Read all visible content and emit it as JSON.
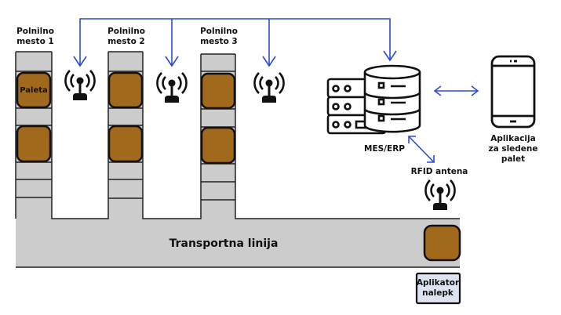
{
  "stations": [
    {
      "label_line1": "Polnilno",
      "label_line2": "mesto 1",
      "pallet_label": "Paleta"
    },
    {
      "label_line1": "Polnilno",
      "label_line2": "mesto 2",
      "pallet_label": ""
    },
    {
      "label_line1": "Polnilno",
      "label_line2": "mesto 3",
      "pallet_label": ""
    }
  ],
  "conveyor": {
    "label": "Transportna linija"
  },
  "server": {
    "label": "MES/ERP",
    "icon": "server-database-icon"
  },
  "app": {
    "label_line1": "Aplikacija",
    "label_line2": "za sledene",
    "label_line3": "palet",
    "icon": "smartphone-icon"
  },
  "rfid": {
    "label": "RFID antena",
    "icon": "rfid-antenna-icon"
  },
  "applicator": {
    "label_line1": "Aplikator",
    "label_line2": "nalepk"
  },
  "colors": {
    "pallet": "#a0691b",
    "conveyor": "#cccccc",
    "arrow": "#2a4bd7",
    "applicator_bg": "#dde3f0",
    "outline": "#111111"
  }
}
